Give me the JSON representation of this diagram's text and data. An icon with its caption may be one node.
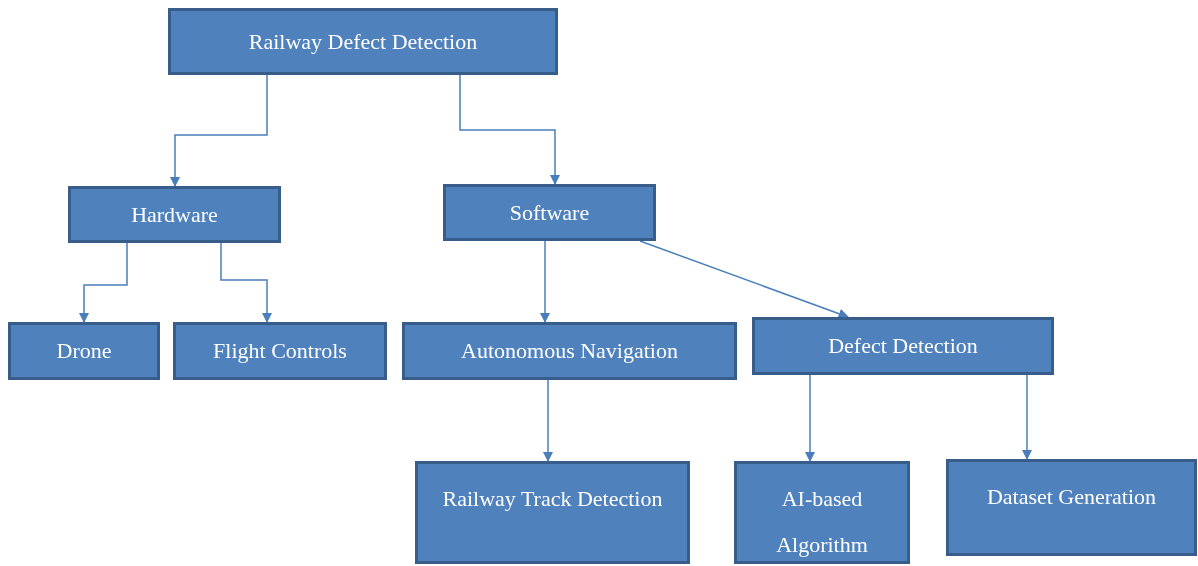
{
  "diagram": {
    "nodes": [
      {
        "text": [
          "Railway Defect Detection"
        ]
      },
      {
        "text": [
          "Hardware"
        ]
      },
      {
        "text": [
          "Software"
        ]
      },
      {
        "text": [
          "Drone"
        ]
      },
      {
        "text": [
          "Flight Controls"
        ]
      },
      {
        "text": [
          "Autonomous Navigation"
        ]
      },
      {
        "text": [
          "Defect Detection"
        ]
      },
      {
        "text": [
          "Railway Track Detection"
        ]
      },
      {
        "text": [
          "AI-based Algorithm"
        ]
      },
      {
        "text": [
          "Dataset Generation"
        ]
      }
    ],
    "edges": [
      {
        "from": 0,
        "to": 1,
        "arrow": "to"
      },
      {
        "from": 0,
        "to": 2,
        "arrow": "to"
      },
      {
        "from": 1,
        "to": 3,
        "arrow": "to"
      },
      {
        "from": 1,
        "to": 4,
        "arrow": "to"
      },
      {
        "from": 2,
        "to": 5,
        "arrow": "to"
      },
      {
        "from": 2,
        "to": 6,
        "arrow": "to"
      },
      {
        "from": 5,
        "to": 7,
        "arrow": "to"
      },
      {
        "from": 6,
        "to": 8,
        "arrow": "to"
      },
      {
        "from": 6,
        "to": 9,
        "arrow": "to"
      }
    ]
  }
}
